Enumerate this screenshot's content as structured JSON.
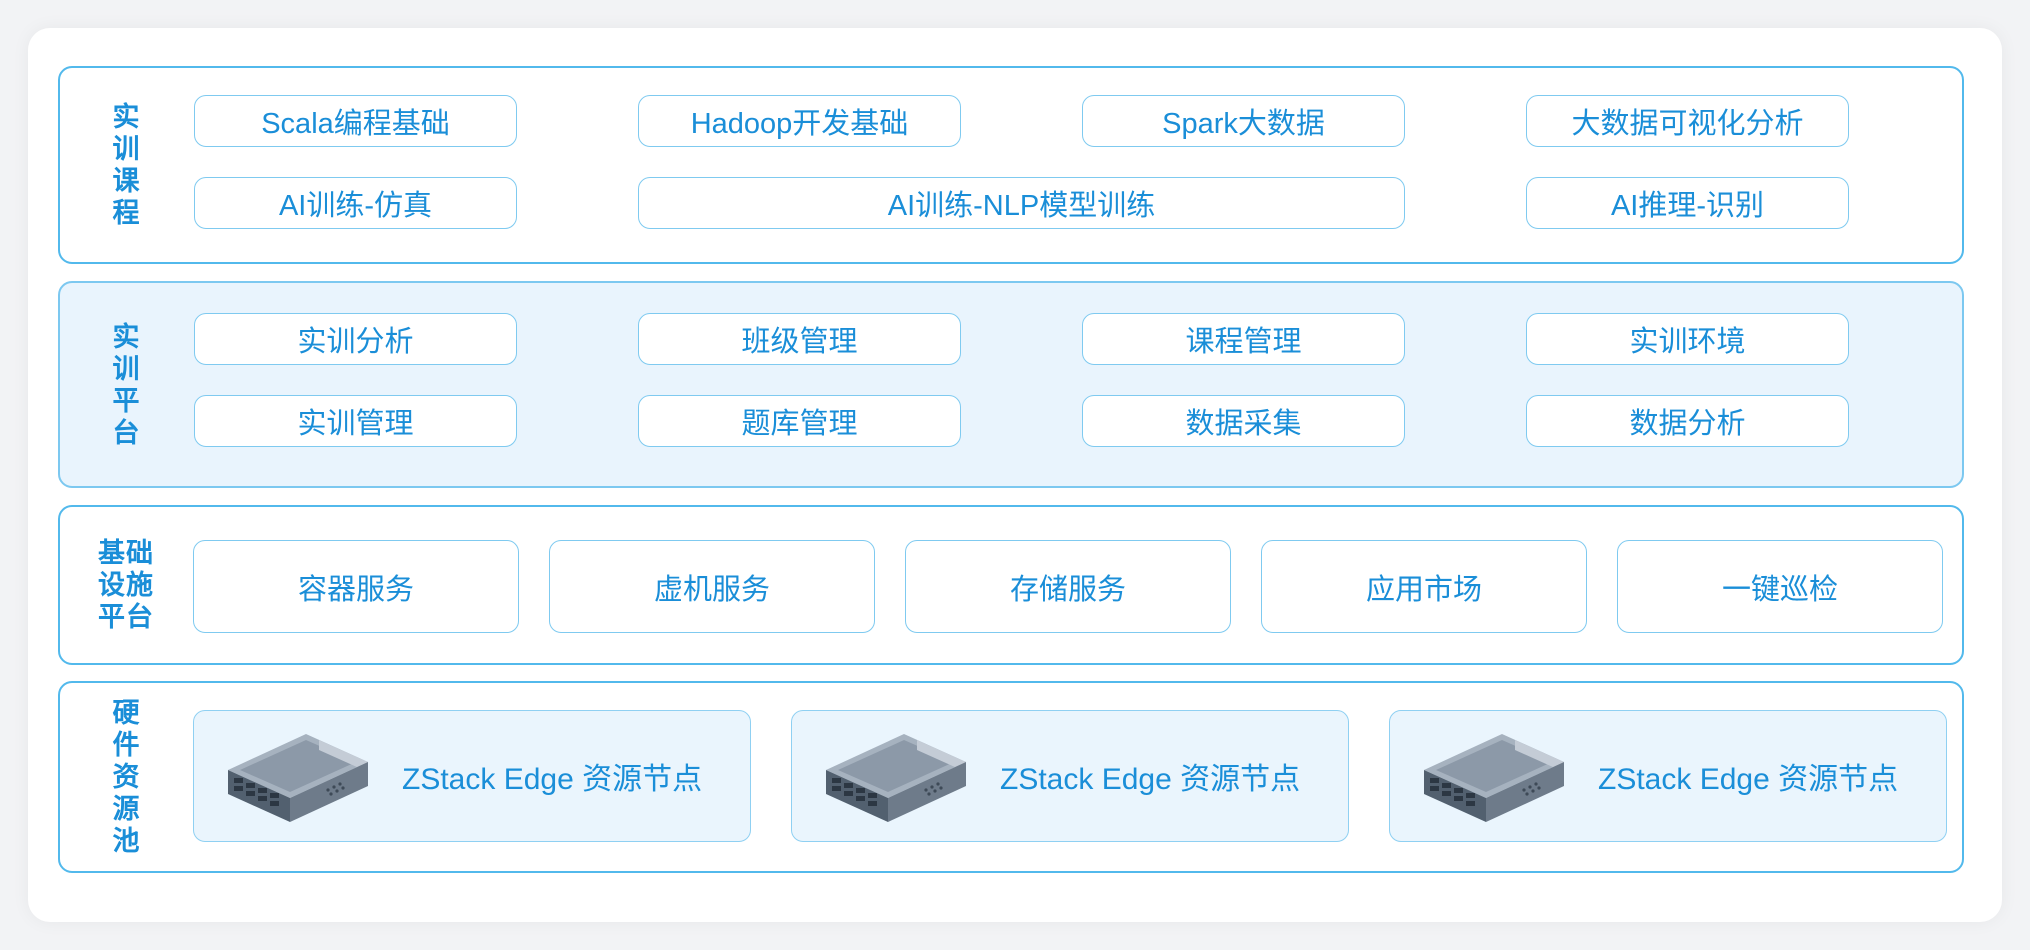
{
  "sections": {
    "training_courses": {
      "label": [
        "实",
        "训",
        "课",
        "程"
      ],
      "row1": [
        "Scala编程基础",
        "Hadoop开发基础",
        "Spark大数据",
        "大数据可视化分析"
      ],
      "row2": [
        "AI训练-仿真",
        "AI训练-NLP模型训练",
        "AI推理-识别"
      ]
    },
    "training_platform": {
      "label": [
        "实",
        "训",
        "平",
        "台"
      ],
      "row1": [
        "实训分析",
        "班级管理",
        "课程管理",
        "实训环境"
      ],
      "row2": [
        "实训管理",
        "题库管理",
        "数据采集",
        "数据分析"
      ]
    },
    "infrastructure_platform": {
      "label": [
        "基础",
        "设施",
        "平台"
      ],
      "items": [
        "容器服务",
        "虚机服务",
        "存储服务",
        "应用市场",
        "一键巡检"
      ]
    },
    "hardware_pool": {
      "label": [
        "硬",
        "件",
        "资",
        "源",
        "池"
      ],
      "nodes": [
        "ZStack Edge 资源节点",
        "ZStack Edge 资源节点",
        "ZStack Edge 资源节点"
      ],
      "node_icon": "server-icon"
    }
  },
  "colors": {
    "accent": "#1a8ed8",
    "border": "#52b9ec",
    "tint": "#e9f4fd"
  }
}
